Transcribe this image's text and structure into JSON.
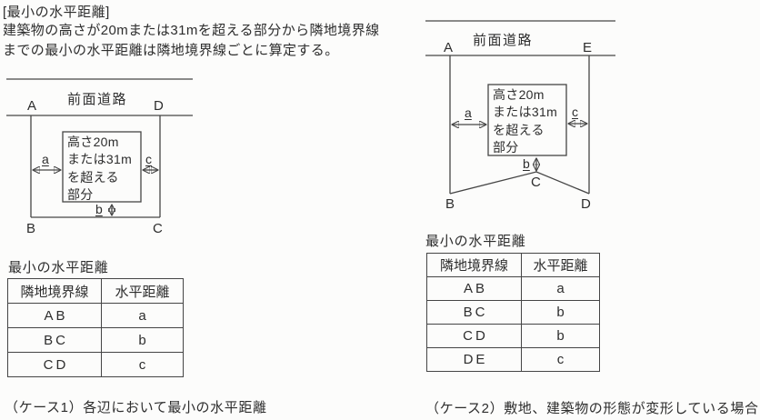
{
  "header": {
    "title": "[最小の水平距離]",
    "description_line1": "建築物の高さが20mまたは31mを超える部分から隣地境界線",
    "description_line2": "までの最小の水平距離は隣地境界線ごとに算定する。"
  },
  "case1": {
    "road_label": "前面道路",
    "corner_top_left": "A",
    "corner_top_right": "D",
    "corner_bottom_left": "B",
    "corner_bottom_right": "C",
    "dist_left": "a",
    "dist_bottom": "b",
    "dist_right": "c",
    "box_lines": [
      "高さ20m",
      "または31m",
      "を超える",
      "部分"
    ],
    "table_title": "最小の水平距離",
    "table": {
      "headers": [
        "隣地境界線",
        "水平距離"
      ],
      "rows": [
        [
          "AB",
          "a"
        ],
        [
          "BC",
          "b"
        ],
        [
          "CD",
          "c"
        ]
      ]
    },
    "caption": "（ケース1）各辺において最小の水平距離"
  },
  "case2": {
    "road_label": "前面道路",
    "corner_top_left": "A",
    "corner_top_right": "E",
    "corner_bottom_left": "B",
    "corner_bottom_middle": "C",
    "corner_bottom_right": "D",
    "dist_left": "a",
    "dist_bottom": "b",
    "dist_right": "c",
    "box_lines": [
      "高さ20m",
      "または31m",
      "を超える",
      "部分"
    ],
    "table_title": "最小の水平距離",
    "table": {
      "headers": [
        "隣地境界線",
        "水平距離"
      ],
      "rows": [
        [
          "AB",
          "a"
        ],
        [
          "BC",
          "b"
        ],
        [
          "CD",
          "b"
        ],
        [
          "DE",
          "c"
        ]
      ]
    },
    "caption": "（ケース2）敷地、建築物の形態が変形している場合"
  },
  "colors": {
    "ink": "#2d2d2d",
    "line": "#454545",
    "background": "#fcfcfb"
  }
}
